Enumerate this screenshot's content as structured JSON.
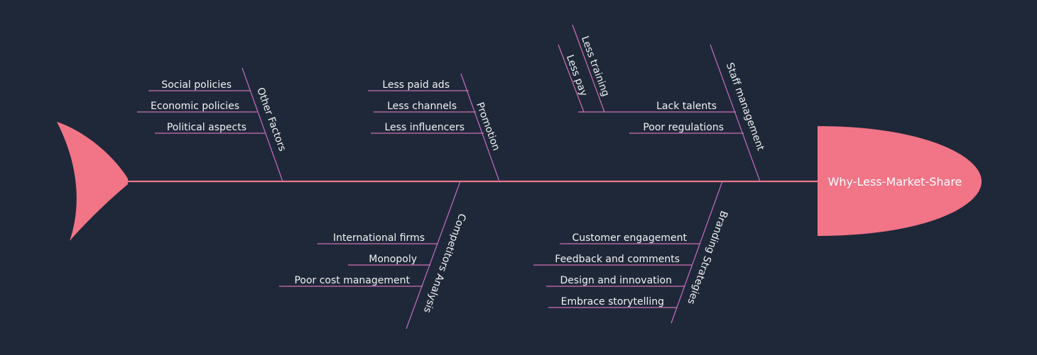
{
  "head": {
    "label": "Why-Less-Market-Share"
  },
  "colors": {
    "background": "#1e2839",
    "fish": "#f27487",
    "bone": "#c86cc4",
    "text": "#f2f2f2"
  },
  "causes": {
    "other_factors": {
      "label": "Other Factors",
      "items": [
        "Social policies",
        "Economic policies",
        "Political aspects"
      ]
    },
    "promotion": {
      "label": "Promotion",
      "items": [
        "Less paid ads",
        "Less channels",
        "Less influencers"
      ]
    },
    "staff_management": {
      "label": "Staff management",
      "items": [
        "Lack talents",
        "Poor regulations"
      ],
      "lack_talents_sub": [
        "Less pay",
        "Less training"
      ]
    },
    "competitors_analysis": {
      "label": "Competitors Analysis",
      "items": [
        "International firms",
        "Monopoly",
        "Poor cost management"
      ]
    },
    "branding_strategies": {
      "label": "Branding Strategies",
      "items": [
        "Customer engagement",
        "Feedback and comments",
        "Design and innovation",
        "Embrace storytelling"
      ]
    }
  }
}
